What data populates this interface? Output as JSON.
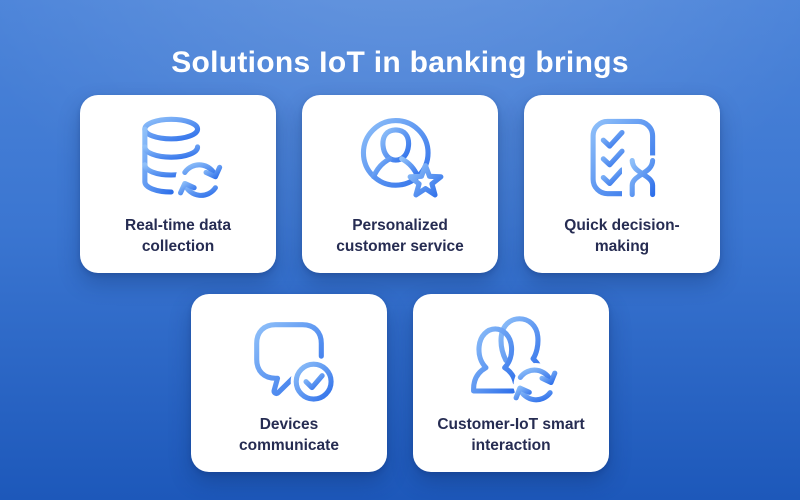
{
  "title": "Solutions IoT in banking brings",
  "theme": {
    "background_top": "#4C84D9",
    "background_bottom": "#1D58BA",
    "card_background": "#FFFFFF",
    "title_color": "#FFFFFF",
    "label_color": "#262C52",
    "icon_gradient_start": "#8FC0F9",
    "icon_gradient_end": "#2E6FEA"
  },
  "cards": [
    {
      "id": "real-time-data-collection",
      "label": "Real-time data\ncollection",
      "icon": "database-sync-icon"
    },
    {
      "id": "personalized-customer-service",
      "label": "Personalized\ncustomer service",
      "icon": "user-star-icon"
    },
    {
      "id": "quick-decision-making",
      "label": "Quick decision-\nmaking",
      "icon": "checklist-hourglass-icon"
    },
    {
      "id": "devices-communicate",
      "label": "Devices\ncommunicate",
      "icon": "chat-check-icon"
    },
    {
      "id": "customer-iot-smart-interaction",
      "label": "Customer-IoT smart\ninteraction",
      "icon": "people-sync-icon"
    }
  ]
}
